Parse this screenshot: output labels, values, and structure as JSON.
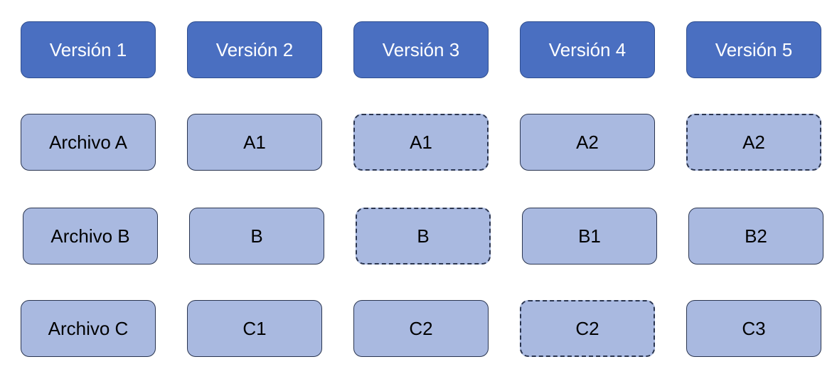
{
  "headers": [
    "Versión 1",
    "Versión 2",
    "Versión 3",
    "Versión 4",
    "Versión 5"
  ],
  "rows": [
    {
      "cells": [
        {
          "label": "Archivo A",
          "dashed": false
        },
        {
          "label": "A1",
          "dashed": false
        },
        {
          "label": "A1",
          "dashed": true
        },
        {
          "label": "A2",
          "dashed": false
        },
        {
          "label": "A2",
          "dashed": true
        }
      ]
    },
    {
      "cells": [
        {
          "label": "Archivo B",
          "dashed": false
        },
        {
          "label": "B",
          "dashed": false
        },
        {
          "label": "B",
          "dashed": true
        },
        {
          "label": "B1",
          "dashed": false
        },
        {
          "label": "B2",
          "dashed": false
        }
      ]
    },
    {
      "cells": [
        {
          "label": "Archivo C",
          "dashed": false
        },
        {
          "label": "C1",
          "dashed": false
        },
        {
          "label": "C2",
          "dashed": false
        },
        {
          "label": "C2",
          "dashed": true
        },
        {
          "label": "C3",
          "dashed": false
        }
      ]
    }
  ],
  "colors": {
    "header_fill": "#4a6fc1",
    "cell_fill": "#a9b9e0",
    "border": "#2a3550"
  }
}
